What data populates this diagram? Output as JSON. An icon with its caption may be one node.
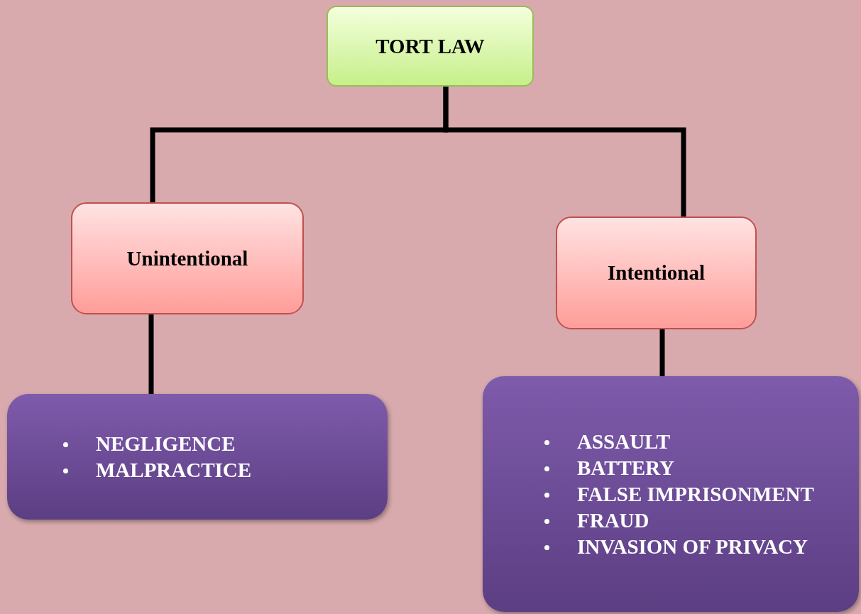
{
  "diagram": {
    "nodes": [
      {
        "text": [
          "TORT LAW"
        ]
      },
      {
        "text": [
          "Unintentional"
        ]
      },
      {
        "text": [
          "Intentional"
        ]
      },
      {
        "text": [
          "NEGLIGENCE",
          "MALPRACTICE"
        ]
      },
      {
        "text": [
          "ASSAULT",
          "BATTERY",
          "FALSE IMPRISONMENT",
          "FRAUD",
          "INVASION OF PRIVACY"
        ]
      }
    ],
    "edges": [
      {
        "from": 0,
        "to": 1,
        "arrow": "none"
      },
      {
        "from": 0,
        "to": 2,
        "arrow": "none"
      },
      {
        "from": 1,
        "to": 3,
        "arrow": "none"
      },
      {
        "from": 2,
        "to": 4,
        "arrow": "none"
      }
    ]
  }
}
